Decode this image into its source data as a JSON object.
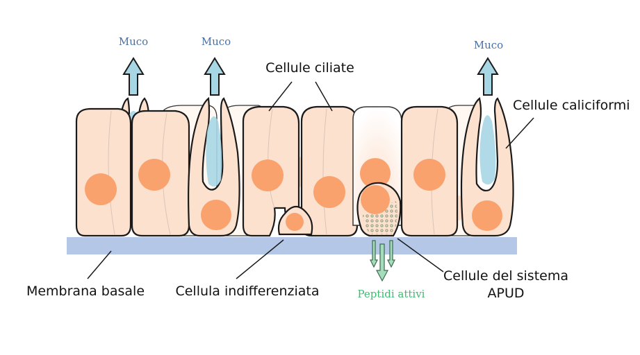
{
  "diagram": {
    "title": "Epitelio respiratorio",
    "labels": {
      "muco_1": "Muco",
      "muco_2": "Muco",
      "muco_3": "Muco",
      "cellule_ciliate": "Cellule ciliate",
      "cellule_caliciformi": "Cellule caliciformi",
      "membrana_basale": "Membrana basale",
      "cellula_indifferenziata": "Cellula indifferenziata",
      "peptidi_attivi": "Peptidi attivi",
      "apud_line1": "Cellule del sistema",
      "apud_line2": "APUD"
    },
    "colors": {
      "muco_text": "#4a6fa5",
      "peptidi_text": "#3dbb6e",
      "membrane": "#b4c7e7",
      "cell_fill": "#fde1cf",
      "nucleus": "#f9a26e",
      "mucus": "#a7d6e4"
    }
  }
}
